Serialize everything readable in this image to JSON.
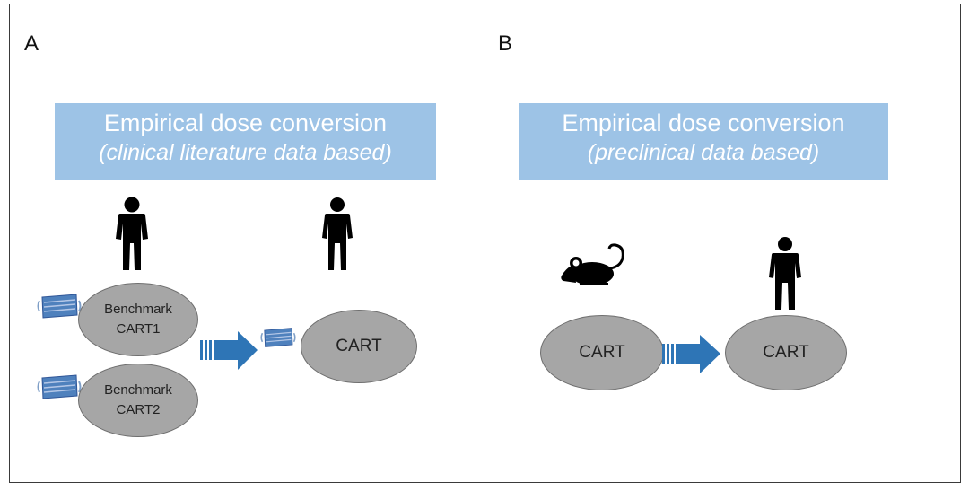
{
  "panels": [
    {
      "letter": "A",
      "title_line1": "Empirical dose conversion",
      "title_line2": "(clinical literature data based)",
      "source_products": [
        {
          "line1": "Benchmark",
          "line2": "CART1"
        },
        {
          "line1": "Benchmark",
          "line2": "CART2"
        }
      ],
      "target_product": "CART",
      "source_species_icon": "human-icon",
      "target_species_icon": "human-icon"
    },
    {
      "letter": "B",
      "title_line1": "Empirical dose conversion",
      "title_line2": "(preclinical data based)",
      "source_product": "CART",
      "target_product": "CART",
      "source_species_icon": "mouse-icon",
      "target_species_icon": "human-icon"
    }
  ],
  "colors": {
    "title_box": "#9dc3e6",
    "oval_fill": "#a6a6a6",
    "arrow": "#2e75b6",
    "icon": "#000000"
  }
}
